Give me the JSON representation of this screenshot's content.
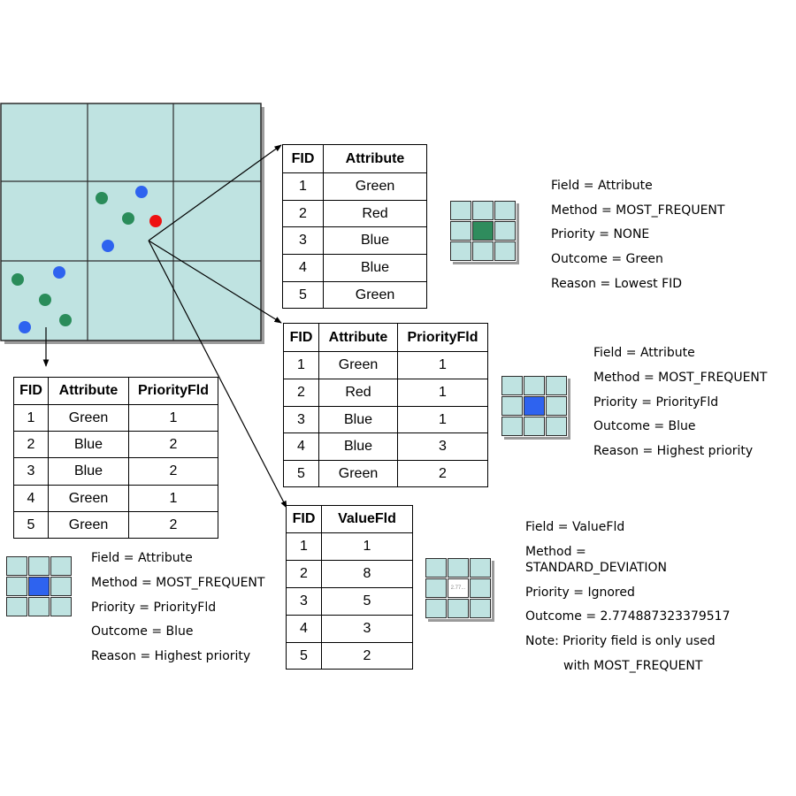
{
  "colors": {
    "cell_fill": "#bfe3e1",
    "grid_line": "#2c2c2c",
    "point_green": "#2a8c5a",
    "point_blue": "#2e63ef",
    "point_red": "#ee1111",
    "outcome_green": "#2f8c5d",
    "outcome_blue": "#2e63ef"
  },
  "tables": {
    "lower_left": {
      "headers": [
        "FID",
        "Attribute",
        "PriorityFld"
      ],
      "rows": [
        [
          "1",
          "Green",
          "1"
        ],
        [
          "2",
          "Blue",
          "2"
        ],
        [
          "3",
          "Blue",
          "2"
        ],
        [
          "4",
          "Green",
          "1"
        ],
        [
          "5",
          "Green",
          "2"
        ]
      ]
    },
    "center_attr": {
      "headers": [
        "FID",
        "Attribute"
      ],
      "rows": [
        [
          "1",
          "Green"
        ],
        [
          "2",
          "Red"
        ],
        [
          "3",
          "Blue"
        ],
        [
          "4",
          "Blue"
        ],
        [
          "5",
          "Green"
        ]
      ]
    },
    "center_priority": {
      "headers": [
        "FID",
        "Attribute",
        "PriorityFld"
      ],
      "rows": [
        [
          "1",
          "Green",
          "1"
        ],
        [
          "2",
          "Red",
          "1"
        ],
        [
          "3",
          "Blue",
          "1"
        ],
        [
          "4",
          "Blue",
          "3"
        ],
        [
          "5",
          "Green",
          "2"
        ]
      ]
    },
    "center_value": {
      "headers": [
        "FID",
        "ValueFld"
      ],
      "rows": [
        [
          "1",
          "1"
        ],
        [
          "2",
          "8"
        ],
        [
          "3",
          "5"
        ],
        [
          "4",
          "3"
        ],
        [
          "5",
          "2"
        ]
      ]
    }
  },
  "descriptions": {
    "case_nopriority": [
      "Field = Attribute",
      "Method = MOST_FREQUENT",
      "Priority = NONE",
      "Outcome = Green",
      "Reason = Lowest FID"
    ],
    "case_priority": [
      "Field = Attribute",
      "Method = MOST_FREQUENT",
      "Priority = PriorityFld",
      "Outcome = Blue",
      "Reason = Highest priority"
    ],
    "case_stddev": [
      "Field = ValueFld",
      "Method =",
      "STANDARD_DEVIATION",
      "Priority = Ignored",
      "Outcome = 2.774887323379517",
      "Note: Priority field is only used",
      "with MOST_FREQUENT"
    ],
    "case_lowerleft": [
      "Field = Attribute",
      "Method = MOST_FREQUENT",
      "Priority = PriorityFld",
      "Outcome = Blue",
      "Reason = Highest priority"
    ]
  },
  "mini_outcome_value": "2.77..."
}
